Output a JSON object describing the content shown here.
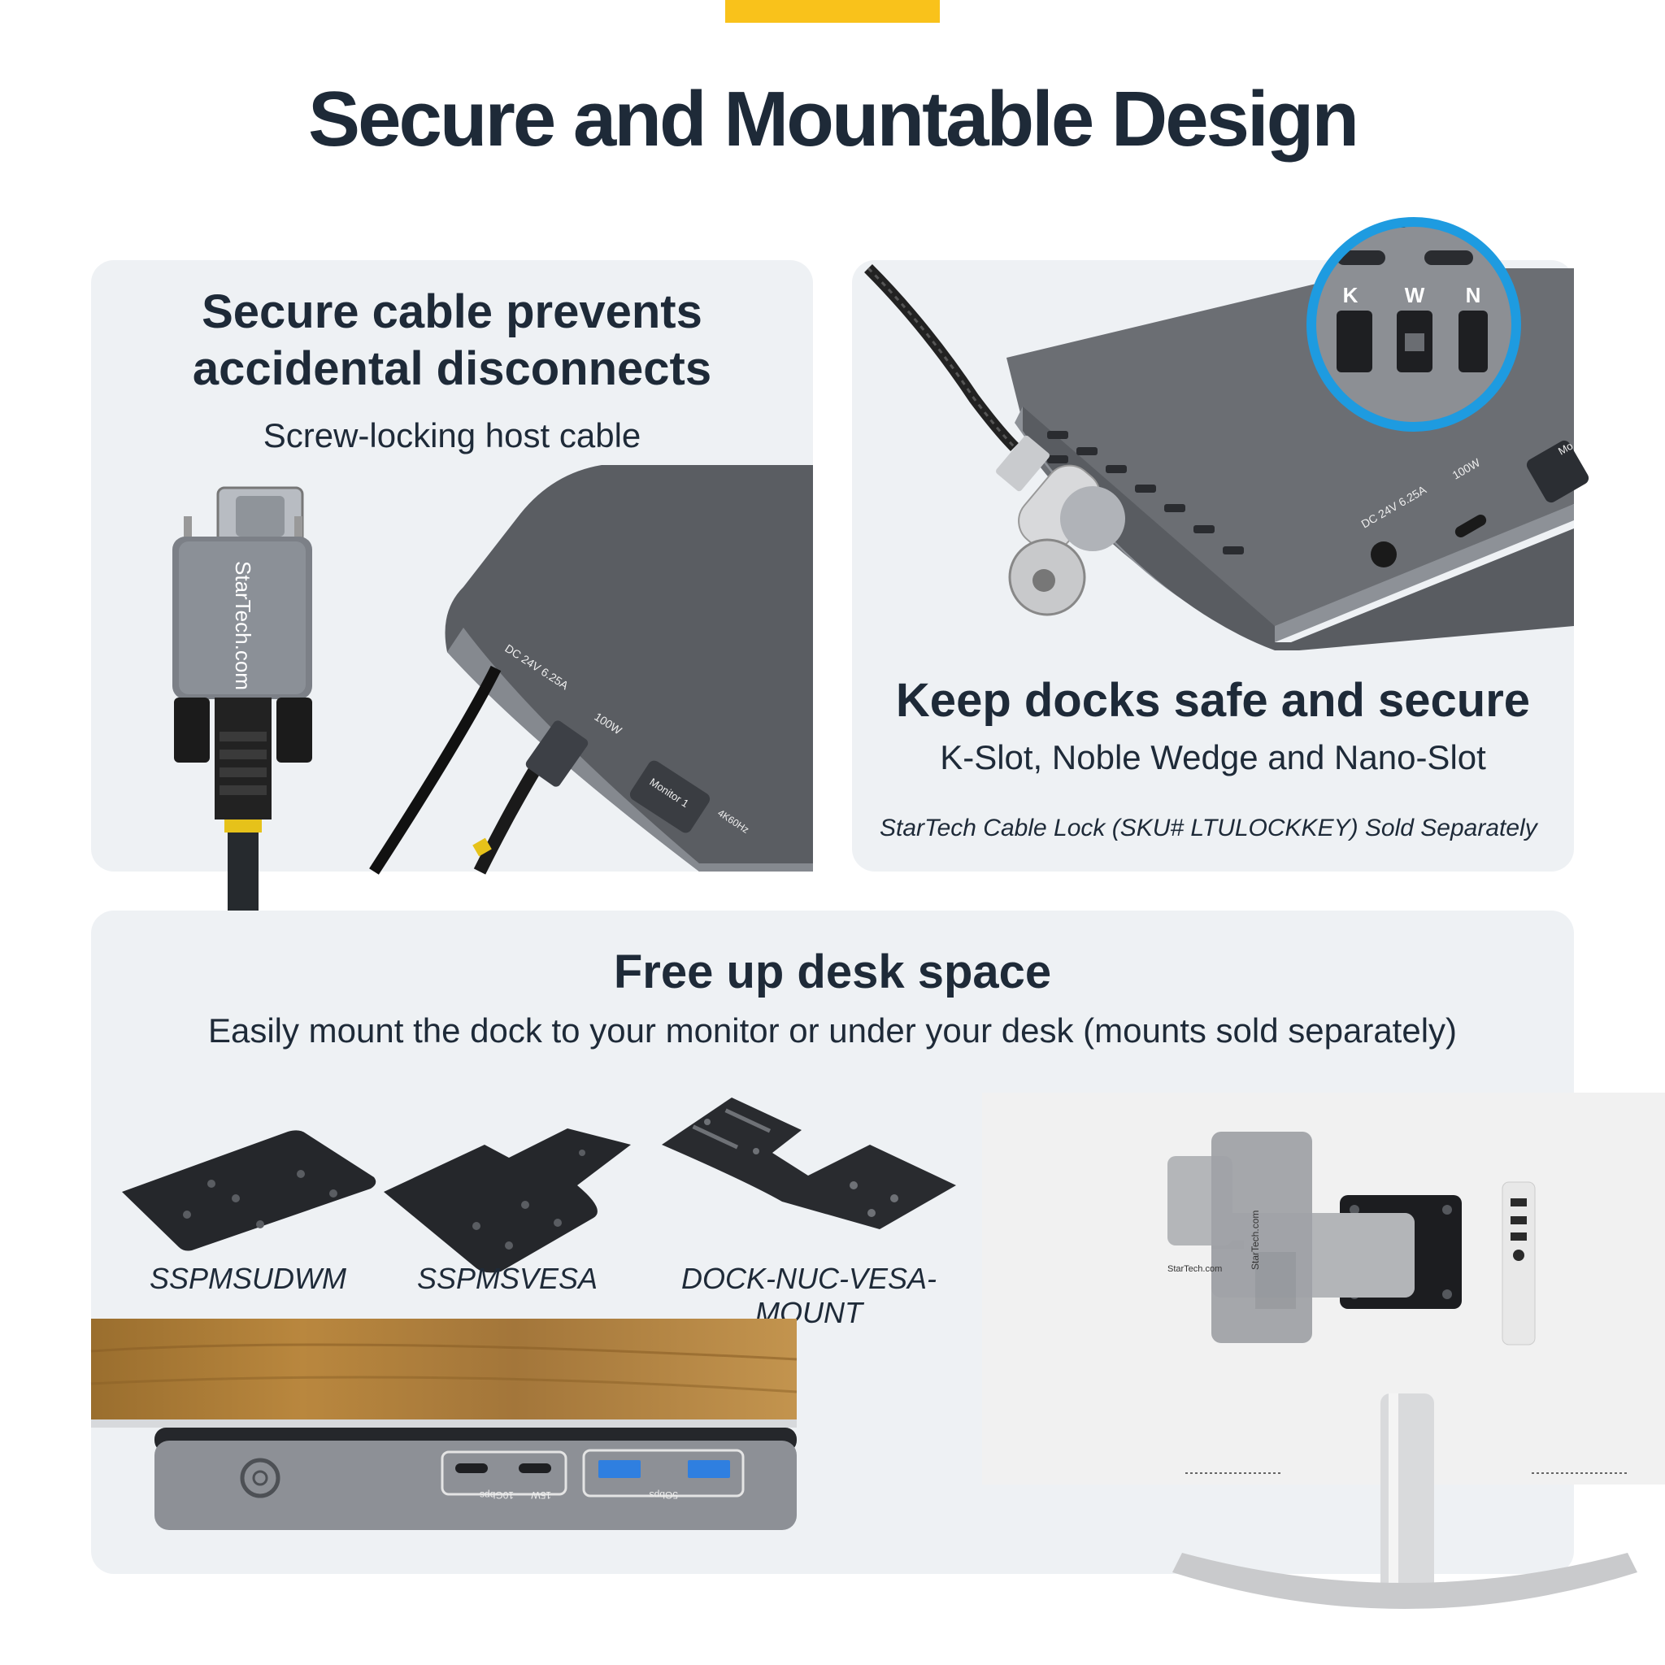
{
  "colors": {
    "accent": "#f9c21b",
    "heading": "#1e2a38",
    "panel": "#eef1f4",
    "highlight": "#1e9be0"
  },
  "title": "Secure and Mountable Design",
  "cable_section": {
    "heading_line1": "Secure cable prevents",
    "heading_line2": "accidental disconnects",
    "subheading": "Screw-locking host cable",
    "brand": "StarTech.com",
    "dock_labels": {
      "power": "DC 24V 6.25A",
      "pd": "100W",
      "monitor": "Monitor 1",
      "res": "4K60Hz"
    }
  },
  "lock_section": {
    "heading": "Keep docks safe and secure",
    "subheading": "K-Slot, Noble Wedge and Nano-Slot",
    "note": "StarTech Cable Lock (SKU# LTULOCKKEY) Sold Separately",
    "slot_labels": [
      "K",
      "W",
      "N"
    ],
    "dock_labels": {
      "power": "DC 24V 6.25A",
      "pd": "100W",
      "monitor": "Mo"
    }
  },
  "mount_section": {
    "heading": "Free up desk space",
    "subheading": "Easily mount the dock to your monitor or under your desk (mounts sold separately)",
    "mounts": [
      {
        "sku": "SSPMSUDWM"
      },
      {
        "sku": "SSPMSVESA"
      },
      {
        "sku": "DOCK-NUC-VESA-MOUNT"
      }
    ],
    "dock_front_labels": {
      "usb_c_speed": "10Gbps",
      "usb_c_power": "15W",
      "usb_a_speed": "5Gbps"
    },
    "brand": "StarTech.com"
  }
}
